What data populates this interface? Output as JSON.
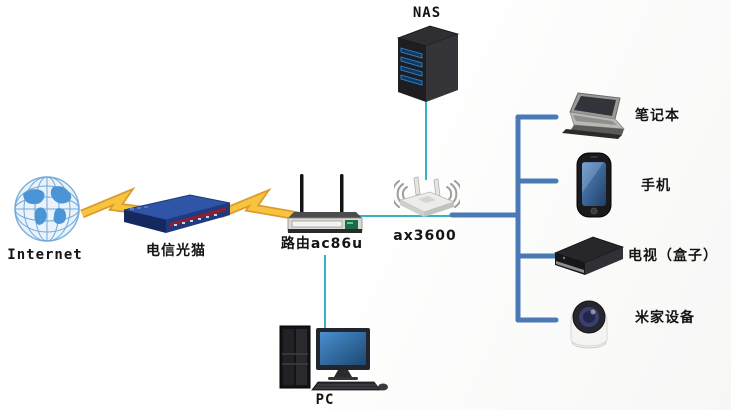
{
  "diagram": {
    "nodes": {
      "internet": {
        "label": "Internet"
      },
      "modem": {
        "label": "电信光猫"
      },
      "router": {
        "label": "路由ac86u"
      },
      "ap": {
        "label": "ax3600"
      },
      "nas": {
        "label": "NAS"
      },
      "pc": {
        "label": "PC"
      },
      "laptop": {
        "label": "笔记本"
      },
      "phone": {
        "label": "手机"
      },
      "tv_box": {
        "label": "电视（盒子）"
      },
      "mi_home": {
        "label": "米家设备"
      }
    },
    "edges": [
      {
        "from": "internet",
        "to": "modem",
        "style": "lightning"
      },
      {
        "from": "modem",
        "to": "router",
        "style": "lightning"
      },
      {
        "from": "router",
        "to": "ap",
        "style": "teal-line"
      },
      {
        "from": "ap",
        "to": "nas",
        "style": "teal-line"
      },
      {
        "from": "router",
        "to": "pc",
        "style": "teal-line"
      },
      {
        "from": "ap",
        "to": "laptop",
        "style": "blue-bracket"
      },
      {
        "from": "ap",
        "to": "phone",
        "style": "blue-bracket"
      },
      {
        "from": "ap",
        "to": "tv_box",
        "style": "blue-bracket"
      },
      {
        "from": "ap",
        "to": "mi_home",
        "style": "blue-bracket"
      }
    ],
    "colors": {
      "lightning": "#f7c440",
      "lightning_edge": "#dd9a2e",
      "teal_line": "#35b2c4",
      "bracket_line": "#4a7ab5",
      "label_text": "#141414"
    }
  }
}
